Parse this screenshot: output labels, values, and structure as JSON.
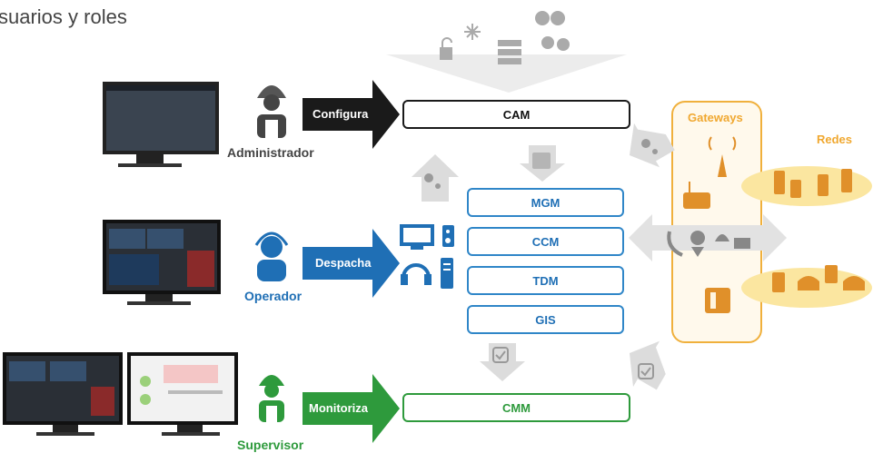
{
  "title": "suarios y roles",
  "roles": {
    "admin": {
      "name": "Administrador",
      "action": "Configura"
    },
    "operator": {
      "name": "Operador",
      "action": "Despacha"
    },
    "supervisor": {
      "name": "Supervisor",
      "action": "Monitoriza"
    }
  },
  "modules": {
    "cam": "CAM",
    "stack": [
      "MGM",
      "CCM",
      "TDM",
      "GIS"
    ],
    "cmm": "CMM"
  },
  "gateways": {
    "label": "Gateways"
  },
  "networks": {
    "label": "Redes"
  },
  "colors": {
    "admin": "#1a1a1a",
    "operator": "#1f6fb5",
    "supervisor": "#2e9a3c",
    "gateway": "#f0a830",
    "modules_border": "#2f86c8",
    "grey_arrow": "#d4d4d4"
  }
}
